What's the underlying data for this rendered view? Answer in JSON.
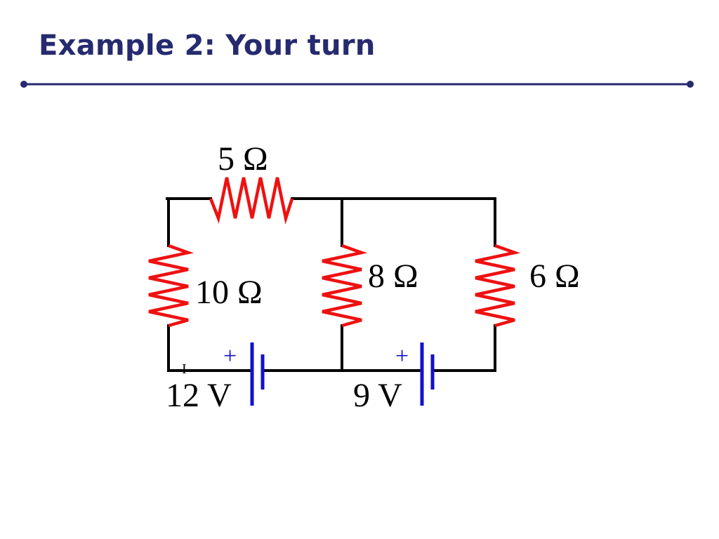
{
  "slide": {
    "title": "Example 2: Your turn"
  },
  "circuit": {
    "resistors": {
      "top": "5 Ω",
      "left": "10 Ω",
      "middle": "8 Ω",
      "right": "6 Ω"
    },
    "batteries": {
      "left": "12 V",
      "right": "9 V",
      "polarity_mark": "+"
    },
    "current_label": "I"
  },
  "colors": {
    "title": "#262a6e",
    "rule": "#262a6e",
    "wire": "#000000",
    "resistor": "#ee1111",
    "battery": "#1111cc"
  }
}
